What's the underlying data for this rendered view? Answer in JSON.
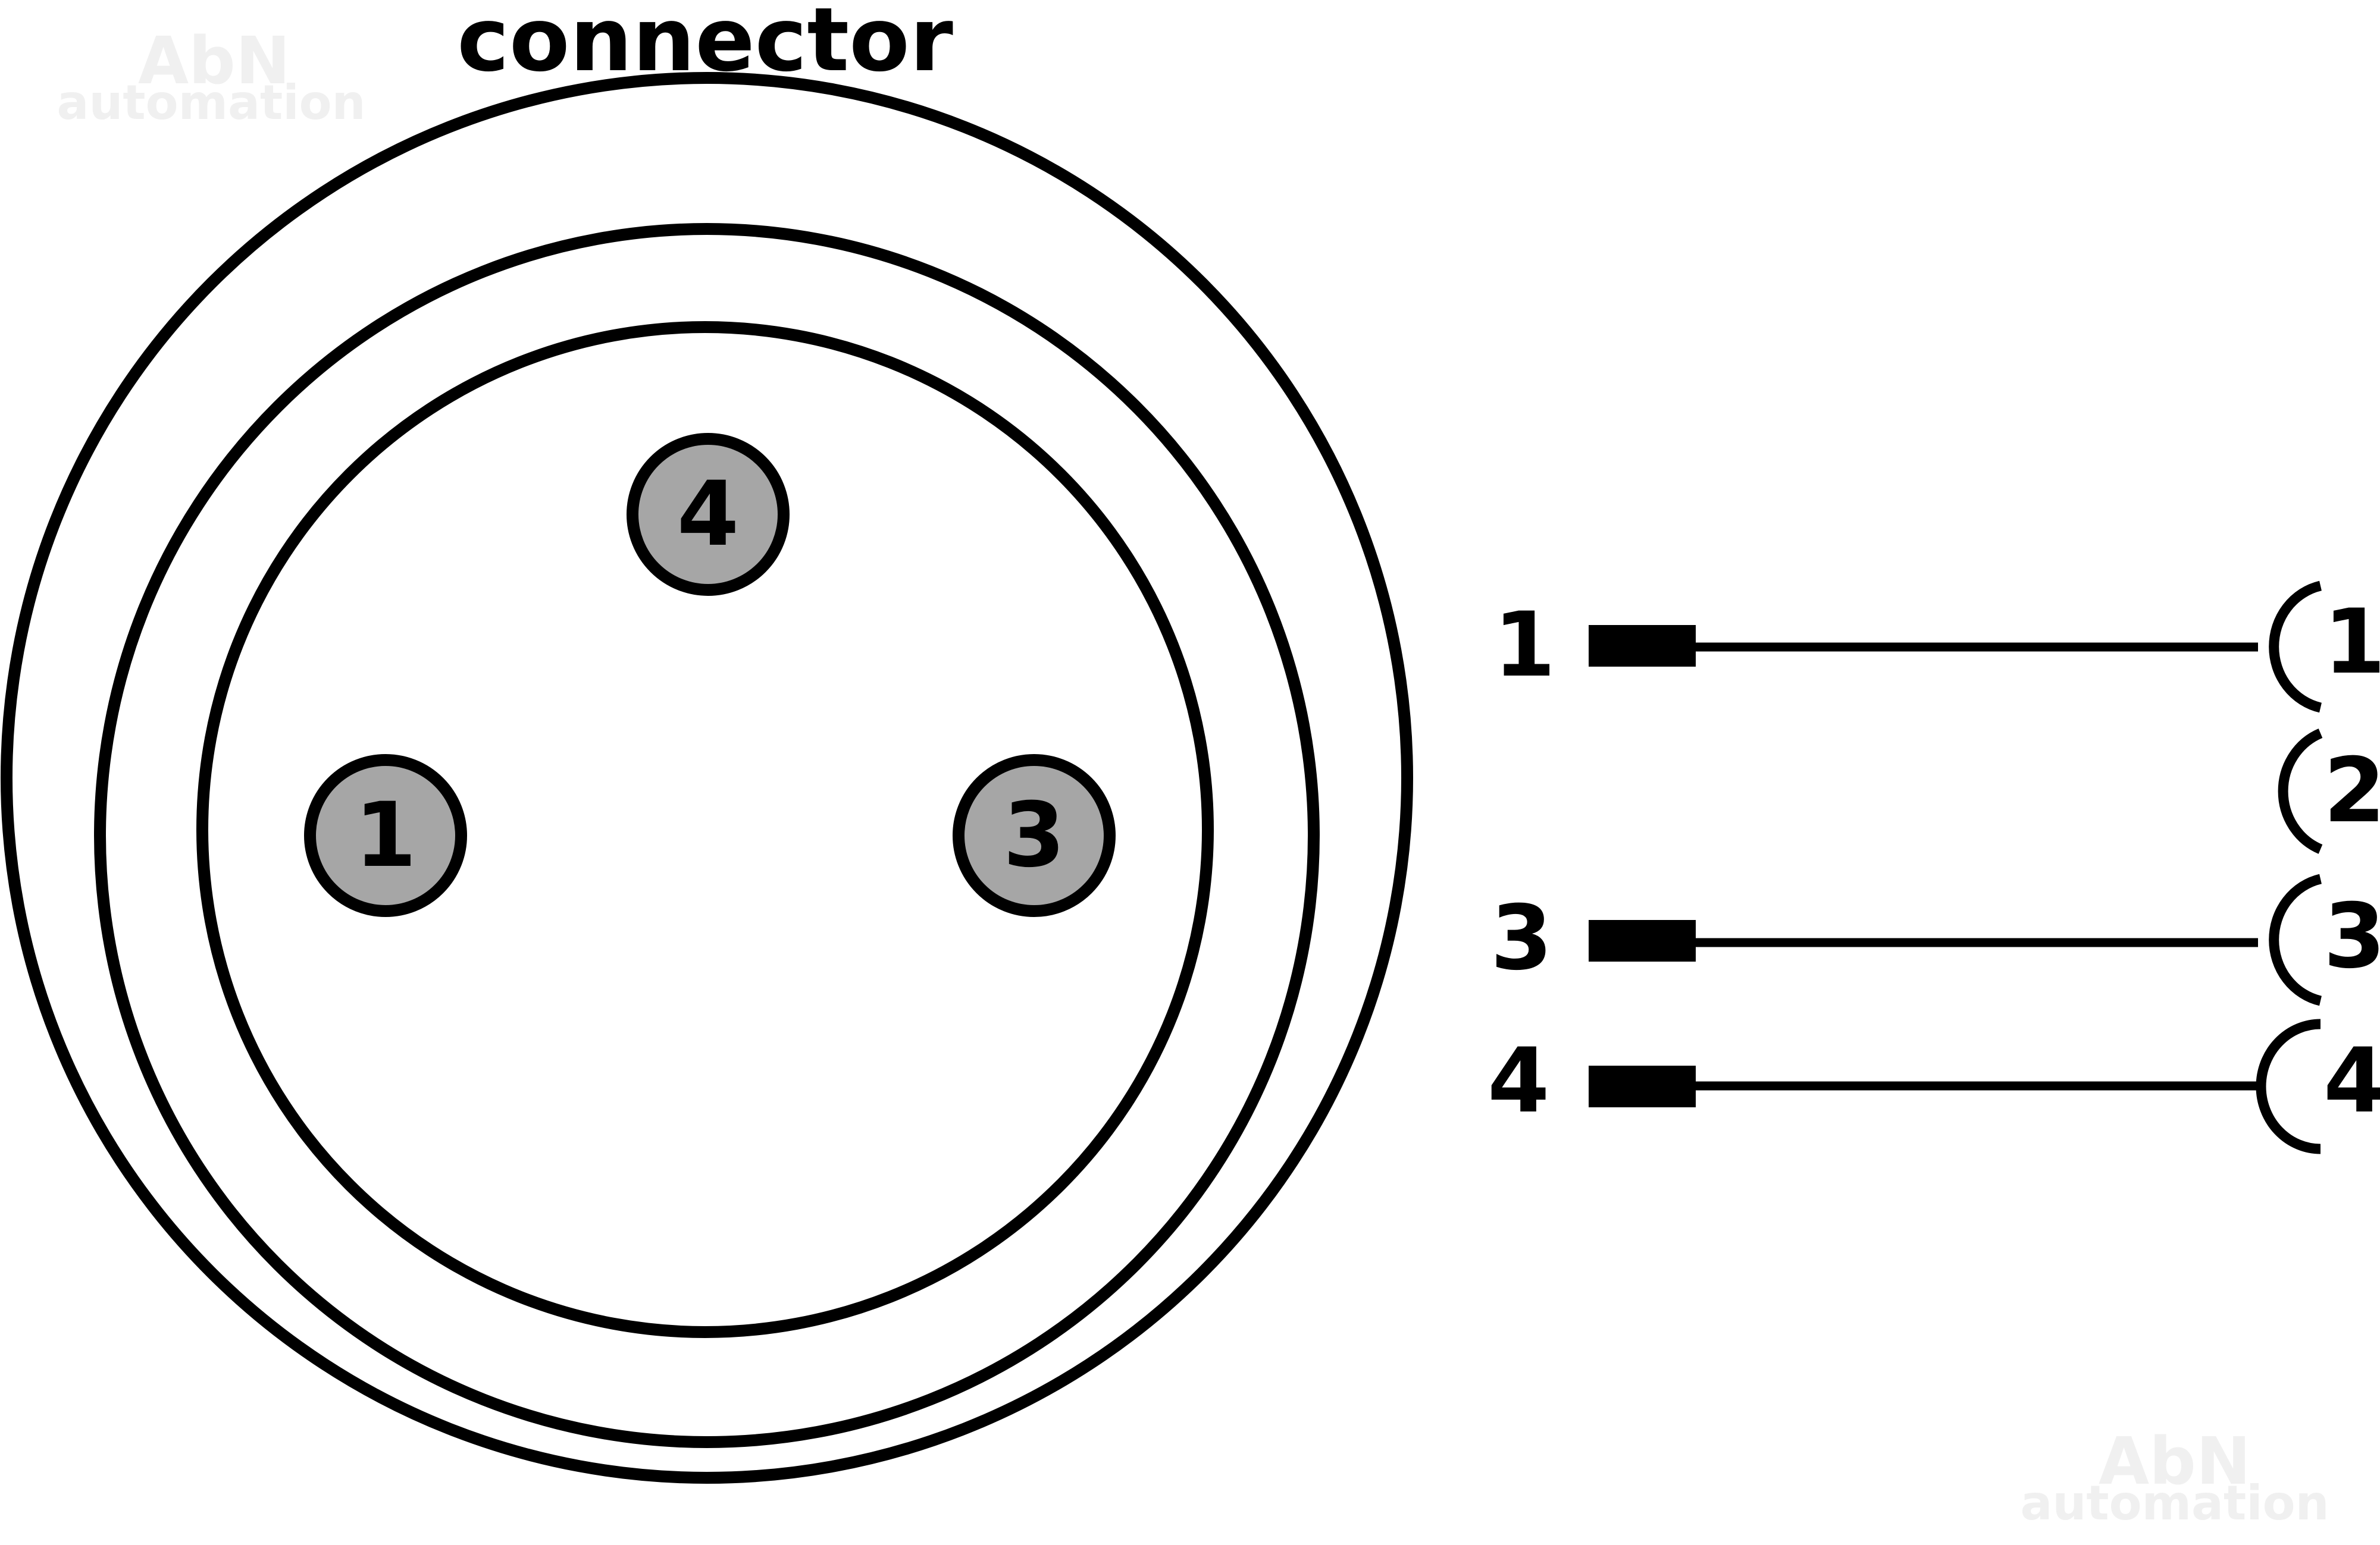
{
  "title": "connector",
  "watermark": {
    "line1": "AbN",
    "line2": "automation"
  },
  "pins": [
    {
      "number": "4"
    },
    {
      "number": "1"
    },
    {
      "number": "3"
    }
  ],
  "wiring": {
    "left_labels": [
      "1",
      "3",
      "4"
    ],
    "socket_labels": [
      "1",
      "2",
      "3",
      "4"
    ]
  },
  "colors": {
    "pin_fill": "#a6a6a6",
    "stroke": "#000000",
    "watermark": "#f0f0f0"
  }
}
